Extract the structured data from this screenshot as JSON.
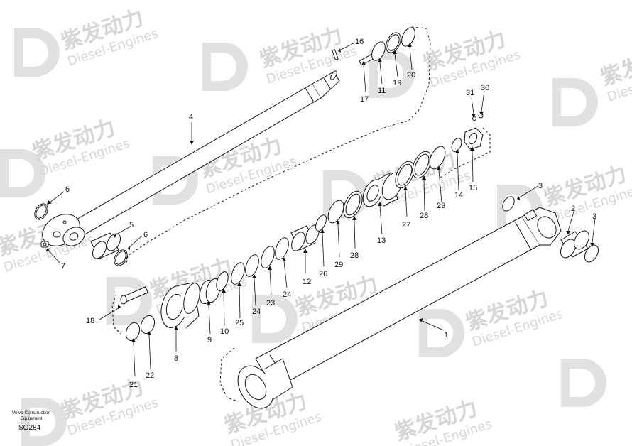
{
  "watermark": {
    "cn": "紫发动力",
    "en": "Diesel-Engines",
    "color": "#d8d8d8"
  },
  "caption": {
    "line1": "Volvo Construction",
    "line2": "Equipment",
    "code": "SO284"
  },
  "part_labels": [
    "1",
    "2",
    "3",
    "3",
    "4",
    "5",
    "6",
    "6",
    "7",
    "8",
    "9",
    "10",
    "11",
    "12",
    "13",
    "14",
    "15",
    "16",
    "17",
    "18",
    "19",
    "20",
    "21",
    "22",
    "23",
    "24",
    "24",
    "25",
    "26",
    "27",
    "28",
    "28",
    "29",
    "29",
    "30",
    "31"
  ]
}
